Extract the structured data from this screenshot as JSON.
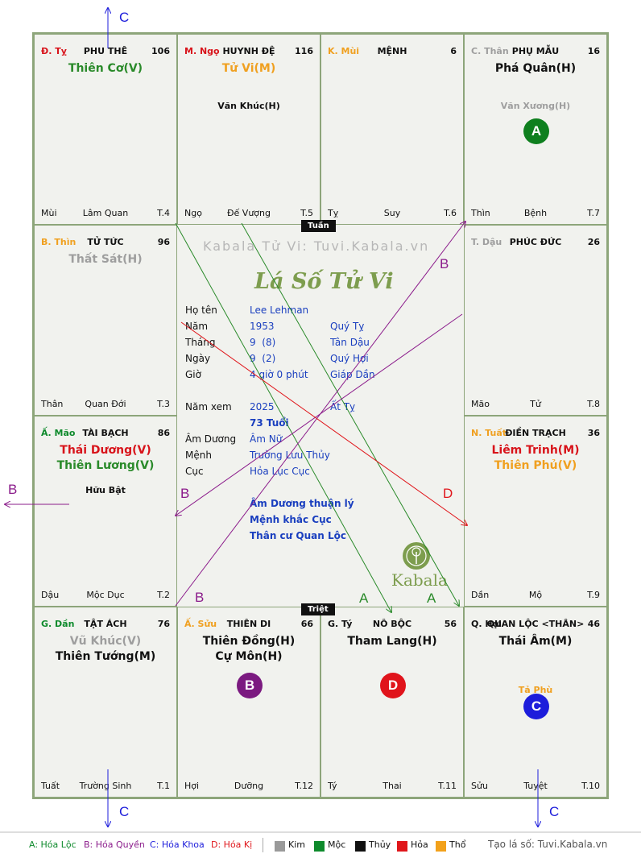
{
  "colors": {
    "kim": "#9a9a9a",
    "moc": "#0e8a2c",
    "thuy": "#111111",
    "hoa": "#e0161b",
    "tho": "#f2a11b",
    "green_star": "#2a8a2a",
    "red_star": "#d8141b",
    "orange_star": "#f0a020",
    "gray_star": "#9e9e9e",
    "text_blue": "#1a3fbf",
    "purple": "#8b1c8b",
    "blue_c": "#1d1ddb"
  },
  "cells": {
    "ty_top": {
      "stem": "Đ. Tỵ",
      "stem_color": "#d8141b",
      "name": "PHU THÊ",
      "num": "106",
      "stars": [
        {
          "t": "Thiên Cơ(V)",
          "c": "#2a8a2a"
        }
      ],
      "minors": [],
      "branch": "Mùi",
      "stage": "Lâm Quan",
      "tnum": "T.4"
    },
    "ngo": {
      "stem": "M. Ngọ",
      "stem_color": "#d8141b",
      "name": "HUYNH ĐỆ",
      "num": "116",
      "stars": [
        {
          "t": "Tử Vi(M)",
          "c": "#f0a020"
        }
      ],
      "minors": [
        {
          "t": "Văn Khúc(H)",
          "c": "#111111"
        }
      ],
      "branch": "Ngọ",
      "stage": "Đế Vượng",
      "tnum": "T.5"
    },
    "mui": {
      "stem": "K. Mùi",
      "stem_color": "#f0a020",
      "name": "MỆNH",
      "num": "6",
      "stars": [],
      "minors": [],
      "branch": "Tỵ",
      "stage": "Suy",
      "tnum": "T.6"
    },
    "than_top": {
      "stem": "C. Thân",
      "stem_color": "#9e9e9e",
      "name": "PHỤ MẪU",
      "num": "16",
      "stars": [
        {
          "t": "Phá Quân(H)",
          "c": "#111111"
        }
      ],
      "minors": [
        {
          "t": "Văn Xương(H)",
          "c": "#9e9e9e"
        }
      ],
      "circle": {
        "t": "A",
        "c": "#0e7f1e"
      },
      "branch": "Thìn",
      "stage": "Bệnh",
      "tnum": "T.7"
    },
    "thin": {
      "stem": "B. Thìn",
      "stem_color": "#f0a020",
      "name": "TỬ TỨC",
      "num": "96",
      "stars": [
        {
          "t": "Thất Sát(H)",
          "c": "#9e9e9e"
        }
      ],
      "minors": [],
      "branch": "Thân",
      "stage": "Quan Đới",
      "tnum": "T.3"
    },
    "dau": {
      "stem": "T. Dậu",
      "stem_color": "#9e9e9e",
      "name": "PHÚC ĐỨC",
      "num": "26",
      "stars": [],
      "minors": [],
      "branch": "Mão",
      "stage": "Tử",
      "tnum": "T.8"
    },
    "mao": {
      "stem": "Ấ. Mão",
      "stem_color": "#0e8a2c",
      "name": "TÀI BẠCH",
      "num": "86",
      "stars": [
        {
          "t": "Thái Dương(V)",
          "c": "#d8141b"
        },
        {
          "t": "Thiên Lương(V)",
          "c": "#2a8a2a"
        }
      ],
      "minors": [
        {
          "t": "Hữu Bật",
          "c": "#111111"
        }
      ],
      "branch": "Dậu",
      "stage": "Mộc Dục",
      "tnum": "T.2"
    },
    "tuat": {
      "stem": "N. Tuất",
      "stem_color": "#f0a020",
      "name": "ĐIỀN TRẠCH",
      "num": "36",
      "stars": [
        {
          "t": "Liêm Trinh(M)",
          "c": "#d8141b"
        },
        {
          "t": "Thiên Phủ(V)",
          "c": "#f0a020"
        }
      ],
      "minors": [],
      "branch": "Dần",
      "stage": "Mộ",
      "tnum": "T.9"
    },
    "dan": {
      "stem": "G. Dần",
      "stem_color": "#0e8a2c",
      "name": "TẬT ÁCH",
      "num": "76",
      "stars": [
        {
          "t": "Vũ Khúc(V)",
          "c": "#9e9e9e"
        },
        {
          "t": "Thiên Tướng(M)",
          "c": "#111111"
        }
      ],
      "minors": [],
      "branch": "Tuất",
      "stage": "Trường Sinh",
      "tnum": "T.1"
    },
    "suu": {
      "stem": "Ấ. Sửu",
      "stem_color": "#f0a020",
      "name": "THIÊN DI",
      "num": "66",
      "stars": [
        {
          "t": "Thiên Đồng(H)",
          "c": "#111111"
        },
        {
          "t": "Cự Môn(H)",
          "c": "#111111"
        }
      ],
      "minors": [],
      "circle": {
        "t": "B",
        "c": "#7b1a80"
      },
      "branch": "Hợi",
      "stage": "Dưỡng",
      "tnum": "T.12"
    },
    "ty_bottom": {
      "stem": "G. Tý",
      "stem_color": "#111111",
      "name": "NÔ BỘC",
      "num": "56",
      "stars": [
        {
          "t": "Tham Lang(H)",
          "c": "#111111"
        }
      ],
      "minors": [],
      "circle": {
        "t": "D",
        "c": "#e0141b"
      },
      "branch": "Tý",
      "stage": "Thai",
      "tnum": "T.11"
    },
    "hoi": {
      "stem": "Q. Hợi",
      "stem_color": "#111111",
      "name": "QUAN LỘC <THÂN>",
      "num": "46",
      "stars": [
        {
          "t": "Thái Âm(M)",
          "c": "#111111"
        }
      ],
      "minors": [
        {
          "t": "Tả Phù",
          "c": "#f0a020"
        }
      ],
      "circle": {
        "t": "C",
        "c": "#1d1ddb"
      },
      "branch": "Sửu",
      "stage": "Tuyệt",
      "tnum": "T.10"
    }
  },
  "center": {
    "watermark": "Kabala Tử Vi: Tuvi.Kabala.vn",
    "brand": "Lá Số Tử Vi",
    "kabala": "Kabala",
    "tuan": "Tuần",
    "triet": "Triệt",
    "info": {
      "ho_ten_label": "Họ tên",
      "ho_ten": "Lee Lehman",
      "nam_label": "Năm",
      "nam": "1953",
      "nam_can": "Quý Tỵ",
      "thang_label": "Tháng",
      "thang": "9  (8)",
      "thang_can": "Tân Dậu",
      "ngay_label": "Ngày",
      "ngay": "9  (2)",
      "ngay_can": "Quý Hợi",
      "gio_label": "Giờ",
      "gio": "4 giờ 0 phút",
      "gio_can": "Giáp Dần",
      "nam_xem_label": "Năm xem",
      "nam_xem": "2025",
      "nam_xem_can": "Ất Tỵ",
      "tuoi": "73 Tuổi",
      "am_duong_label": "Âm Dương",
      "am_duong": "Âm Nữ",
      "menh_label": "Mệnh",
      "menh": "Trường Lưu Thủy",
      "cuc_label": "Cục",
      "cuc": "Hỏa Lục Cục",
      "note1": "Âm Dương thuận lý",
      "note2": "Mệnh khắc Cục",
      "note3": "Thân cư Quan Lộc"
    }
  },
  "arrow_labels": {
    "a": "A",
    "b": "B",
    "c": "C",
    "d": "D"
  },
  "legend": {
    "hoa_loc": "A: Hóa Lộc",
    "hoa_quyen": "B: Hóa Quyền",
    "hoa_khoa": "C: Hóa Khoa",
    "hoa_ki": "D: Hóa Kị",
    "kim": "Kim",
    "moc": "Mộc",
    "thuy": "Thủy",
    "hoa": "Hỏa",
    "tho": "Thổ",
    "site": "Tạo lá số: Tuvi.Kabala.vn"
  }
}
